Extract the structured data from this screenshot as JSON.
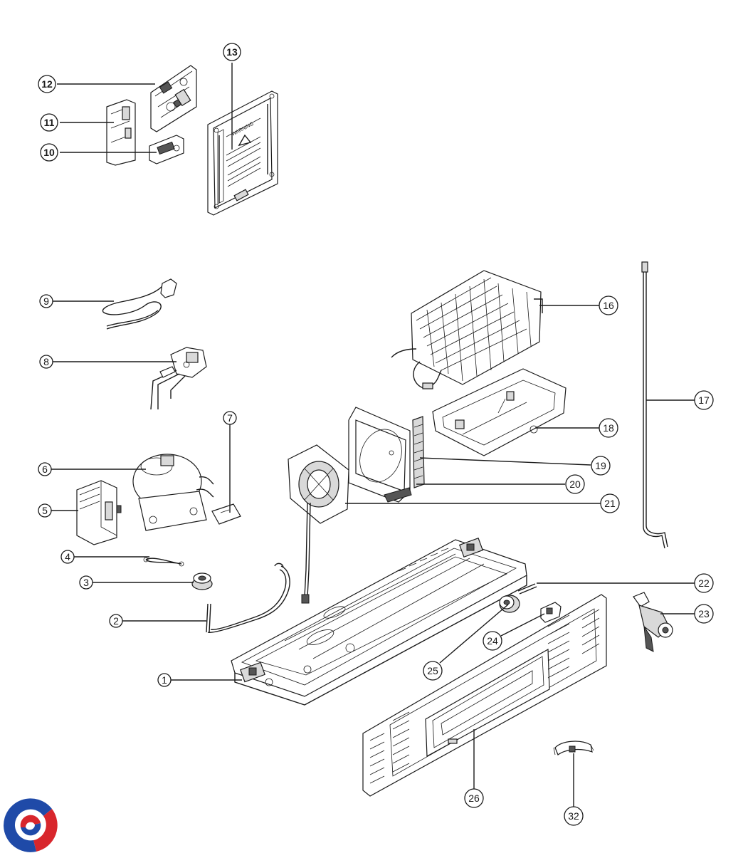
{
  "diagram": {
    "callouts": [
      {
        "id": "c13",
        "label": "13",
        "bold": true
      },
      {
        "id": "c12",
        "label": "12",
        "bold": true
      },
      {
        "id": "c11",
        "label": "11",
        "bold": true
      },
      {
        "id": "c10",
        "label": "10",
        "bold": true
      },
      {
        "id": "c9",
        "label": "9",
        "bold": false
      },
      {
        "id": "c8",
        "label": "8",
        "bold": false
      },
      {
        "id": "c7",
        "label": "7",
        "bold": false
      },
      {
        "id": "c6",
        "label": "6",
        "bold": false
      },
      {
        "id": "c5",
        "label": "5",
        "bold": false
      },
      {
        "id": "c4",
        "label": "4",
        "bold": false
      },
      {
        "id": "c3",
        "label": "3",
        "bold": false
      },
      {
        "id": "c2",
        "label": "2",
        "bold": false
      },
      {
        "id": "c1",
        "label": "1",
        "bold": false
      },
      {
        "id": "c16",
        "label": "16",
        "bold": false
      },
      {
        "id": "c17",
        "label": "17",
        "bold": false
      },
      {
        "id": "c18",
        "label": "18",
        "bold": false
      },
      {
        "id": "c19",
        "label": "19",
        "bold": false
      },
      {
        "id": "c20",
        "label": "20",
        "bold": false
      },
      {
        "id": "c21",
        "label": "21",
        "bold": false
      },
      {
        "id": "c22",
        "label": "22",
        "bold": false
      },
      {
        "id": "c23",
        "label": "23",
        "bold": false
      },
      {
        "id": "c24",
        "label": "24",
        "bold": false
      },
      {
        "id": "c25",
        "label": "25",
        "bold": false
      },
      {
        "id": "c26",
        "label": "26",
        "bold": false
      },
      {
        "id": "c32",
        "label": "32",
        "bold": false
      }
    ],
    "warning_plate": {
      "heading": "WARNING"
    },
    "colors": {
      "line": "#1a1a1a",
      "logo_blue": "#1f4aa8",
      "logo_red": "#d8262c"
    },
    "logo_icon": "brand-swirl-icon"
  }
}
